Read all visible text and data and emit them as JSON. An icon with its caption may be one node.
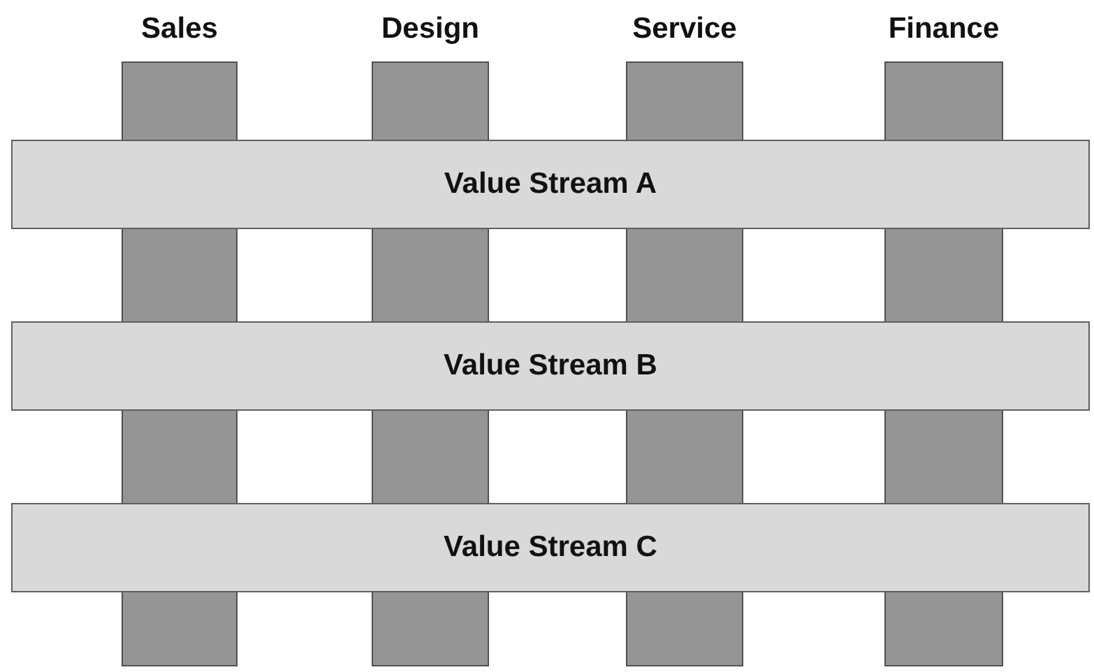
{
  "diagram": {
    "nodes": [
      {
        "text": [
          "Sales"
        ]
      },
      {
        "text": [
          "Design"
        ]
      },
      {
        "text": [
          "Service"
        ]
      },
      {
        "text": [
          "Finance"
        ]
      },
      {
        "text": [
          "Value Stream A"
        ]
      },
      {
        "text": [
          "Value Stream B"
        ]
      },
      {
        "text": [
          "Value Stream C"
        ]
      }
    ]
  }
}
